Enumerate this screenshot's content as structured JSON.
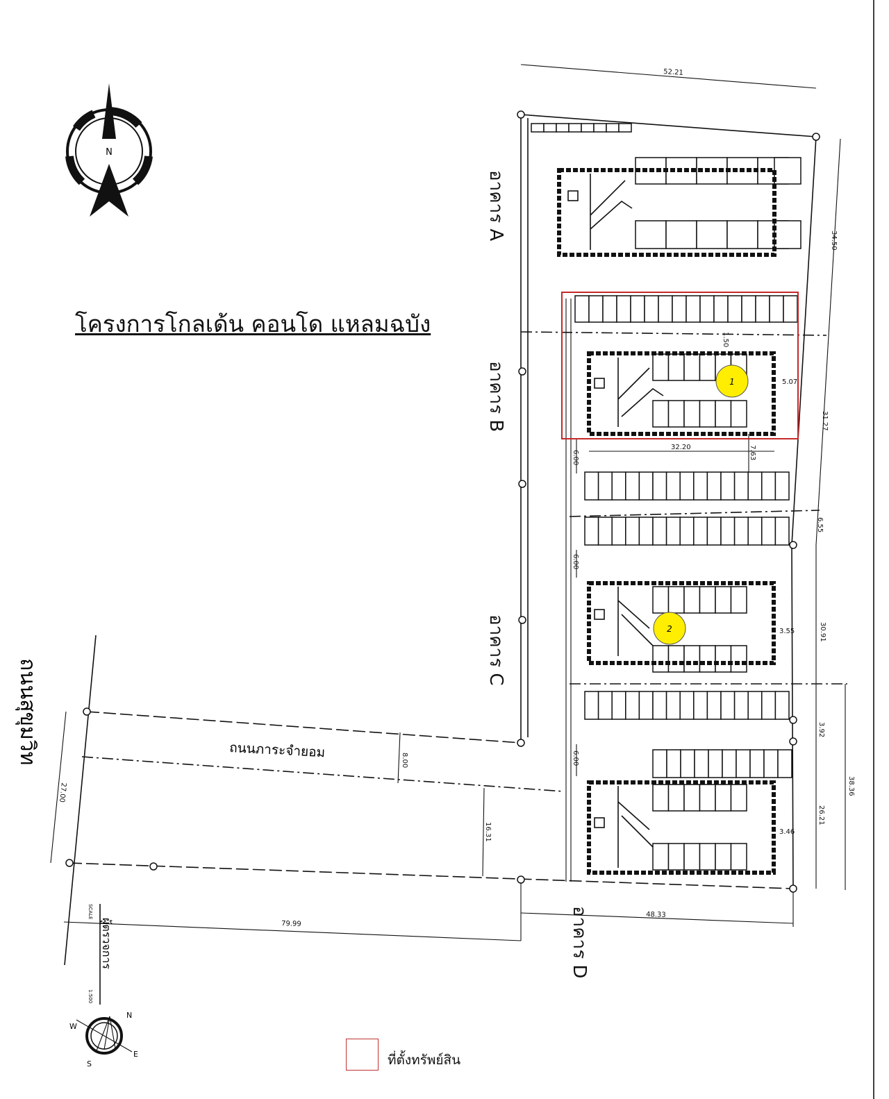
{
  "title": "โครงการโกลเด้น คอนโด แหลมฉบัง",
  "compass_top": {
    "letter": "N"
  },
  "compass_small": {
    "n": "N",
    "e": "E",
    "s": "S",
    "w": "W"
  },
  "buildings": [
    {
      "label": "อาคาร A"
    },
    {
      "label": "อาคาร B"
    },
    {
      "label": "อาคาร C"
    },
    {
      "label": "อาคาร D"
    }
  ],
  "roads": {
    "main": "ถนนสุขุมวิท",
    "access": "ถนนภาระจำยอม"
  },
  "markers": [
    {
      "label": "1"
    },
    {
      "label": "2"
    }
  ],
  "scale": {
    "caption": "SCALE",
    "value": "1:500",
    "inspector": "ผู้ตรวจการ"
  },
  "dims": [
    "52.21",
    "34.50",
    "31.27",
    "6.55",
    "30.91",
    "3.92",
    "38.36",
    "26.21",
    "48.33",
    "79.99",
    "27.00",
    "8.00",
    "16.31",
    "32.20",
    "7.63",
    "6.00",
    "6.00",
    "6.00",
    "5.07",
    "3.55",
    "3.46",
    "1.50"
  ],
  "legend": {
    "label": "ที่ตั้งทรัพย์สิน",
    "color": "#c03030"
  },
  "colors": {
    "highlight": "#c62828",
    "marker": "#ffee00"
  }
}
